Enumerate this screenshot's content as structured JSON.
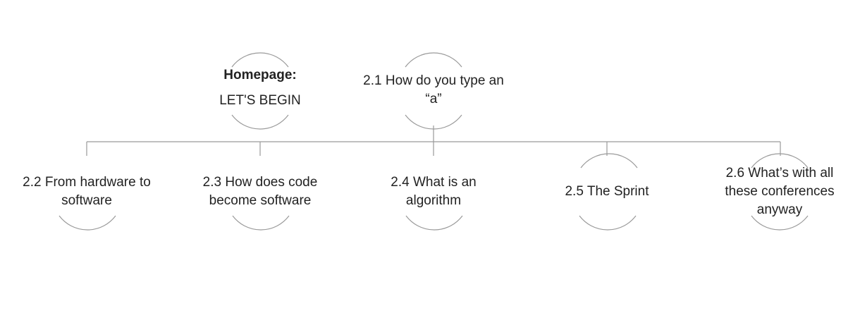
{
  "homepage": {
    "title": "Homepage:",
    "subtitle": "LET'S BEGIN"
  },
  "root": {
    "label": "2.1 How do you type an “a”"
  },
  "children": [
    {
      "label": "2.2 From hardware to software"
    },
    {
      "label": "2.3 How does code become software"
    },
    {
      "label": "2.4 What is an algorithm"
    },
    {
      "label": "2.5 The Sprint"
    },
    {
      "label": "2.6 What’s with all these conferences anyway"
    }
  ],
  "colors": {
    "line": "#9a9a9a",
    "text": "#222222",
    "background": "#ffffff"
  }
}
